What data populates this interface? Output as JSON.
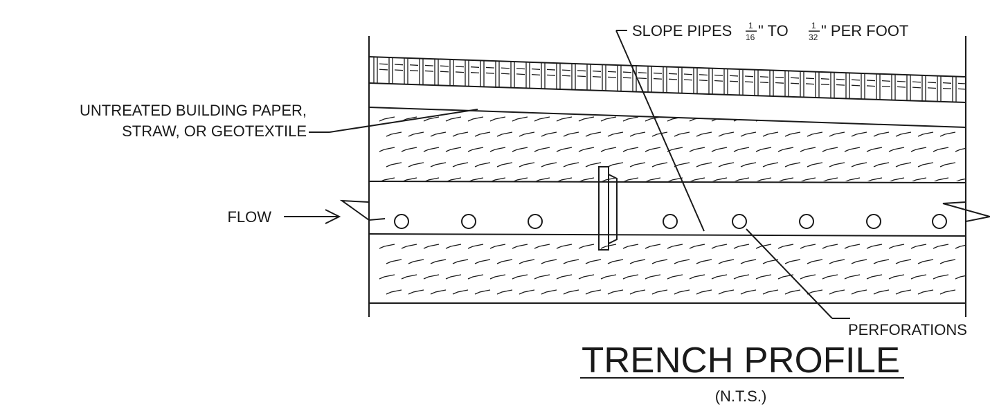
{
  "title": "TRENCH PROFILE",
  "subtitle": "(N.T.S.)",
  "labels": {
    "slope_prefix": "SLOPE PIPES",
    "slope_num_1": "1",
    "slope_den_1": "16",
    "slope_between": "\" TO",
    "slope_num_2": "1",
    "slope_den_2": "32",
    "slope_suffix": "\" PER FOOT",
    "paper_line1": "UNTREATED BUILDING PAPER,",
    "paper_line2": "STRAW, OR GEOTEXTILE",
    "flow": "FLOW",
    "perforations": "PERFORATIONS"
  },
  "colors": {
    "ink": "#1a1a1a",
    "background": "#ffffff"
  }
}
